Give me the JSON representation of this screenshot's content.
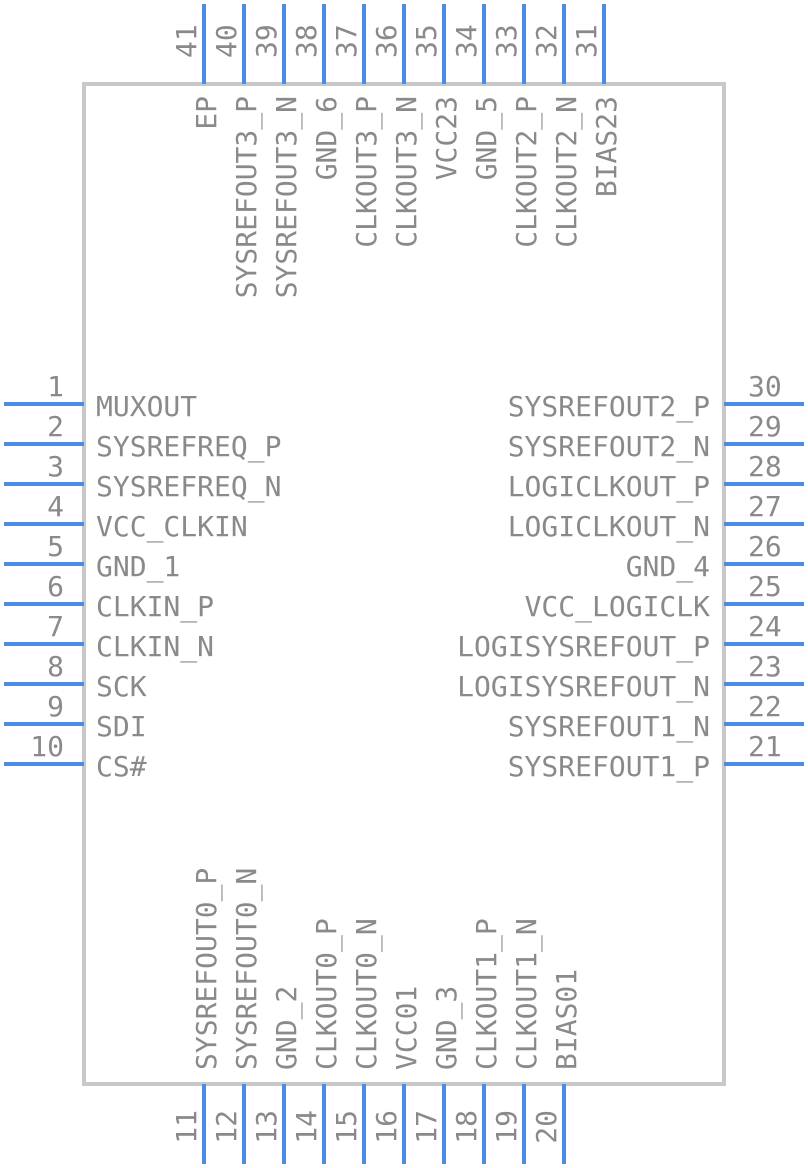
{
  "component": {
    "body_color": "#c8c8c8",
    "pin_color": "#4a8ae8",
    "text_color": "#8a8a8a"
  },
  "pins_left": [
    {
      "number": "1",
      "name": "MUXOUT"
    },
    {
      "number": "2",
      "name": "SYSREFREQ_P"
    },
    {
      "number": "3",
      "name": "SYSREFREQ_N"
    },
    {
      "number": "4",
      "name": "VCC_CLKIN"
    },
    {
      "number": "5",
      "name": "GND_1"
    },
    {
      "number": "6",
      "name": "CLKIN_P"
    },
    {
      "number": "7",
      "name": "CLKIN_N"
    },
    {
      "number": "8",
      "name": "SCK"
    },
    {
      "number": "9",
      "name": "SDI"
    },
    {
      "number": "10",
      "name": "CS#"
    }
  ],
  "pins_bottom": [
    {
      "number": "11",
      "name": "SYSREFOUT0_P"
    },
    {
      "number": "12",
      "name": "SYSREFOUT0_N"
    },
    {
      "number": "13",
      "name": "GND_2"
    },
    {
      "number": "14",
      "name": "CLKOUT0_P"
    },
    {
      "number": "15",
      "name": "CLKOUT0_N"
    },
    {
      "number": "16",
      "name": "VCC01"
    },
    {
      "number": "17",
      "name": "GND_3"
    },
    {
      "number": "18",
      "name": "CLKOUT1_P"
    },
    {
      "number": "19",
      "name": "CLKOUT1_N"
    },
    {
      "number": "20",
      "name": "BIAS01"
    }
  ],
  "pins_right": [
    {
      "number": "21",
      "name": "SYSREFOUT1_P"
    },
    {
      "number": "22",
      "name": "SYSREFOUT1_N"
    },
    {
      "number": "23",
      "name": "LOGISYSREFOUT_N"
    },
    {
      "number": "24",
      "name": "LOGISYSREFOUT_P"
    },
    {
      "number": "25",
      "name": "VCC_LOGICLK"
    },
    {
      "number": "26",
      "name": "GND_4"
    },
    {
      "number": "27",
      "name": "LOGICLKOUT_N"
    },
    {
      "number": "28",
      "name": "LOGICLKOUT_P"
    },
    {
      "number": "29",
      "name": "SYSREFOUT2_N"
    },
    {
      "number": "30",
      "name": "SYSREFOUT2_P"
    }
  ],
  "pins_top": [
    {
      "number": "31",
      "name": "BIAS23"
    },
    {
      "number": "32",
      "name": "CLKOUT2_N"
    },
    {
      "number": "33",
      "name": "CLKOUT2_P"
    },
    {
      "number": "34",
      "name": "GND_5"
    },
    {
      "number": "35",
      "name": "VCC23"
    },
    {
      "number": "36",
      "name": "CLKOUT3_N"
    },
    {
      "number": "37",
      "name": "CLKOUT3_P"
    },
    {
      "number": "38",
      "name": "GND_6"
    },
    {
      "number": "39",
      "name": "SYSREFOUT3_N"
    },
    {
      "number": "40",
      "name": "SYSREFOUT3_P"
    },
    {
      "number": "41",
      "name": "EP"
    }
  ]
}
